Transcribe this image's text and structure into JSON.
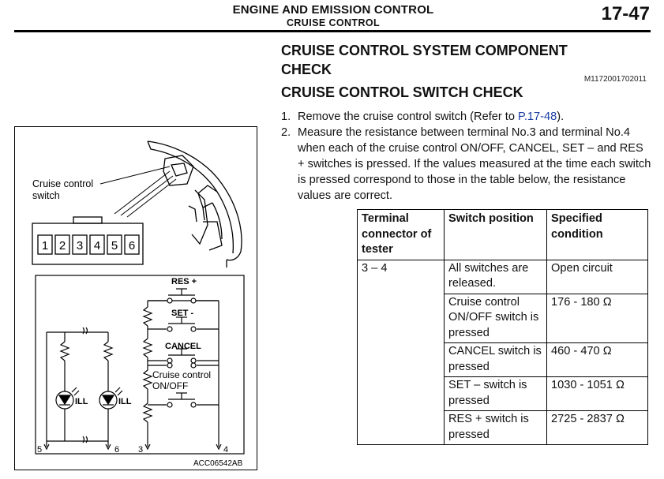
{
  "header": {
    "title": "ENGINE AND EMISSION CONTROL",
    "subtitle": "CRUISE CONTROL",
    "page_number": "17-47"
  },
  "section": {
    "title_line1": "CRUISE CONTROL SYSTEM COMPONENT",
    "title_line2": "CHECK",
    "doc_code": "M1172001702011",
    "subtitle": "CRUISE CONTROL SWITCH CHECK"
  },
  "steps": [
    {
      "number": "1.",
      "text_before": "Remove the cruise control switch (Refer to ",
      "link": "P.17-48",
      "text_after": ")."
    },
    {
      "number": "2.",
      "text": "Measure the resistance between terminal No.3 and terminal No.4 when each of the cruise control ON/OFF, CANCEL, SET – and RES + switches is pressed. If the values measured at the time each switch is pressed correspond to those in the table below, the resistance values are correct."
    }
  ],
  "table": {
    "headers": [
      "Terminal connector of tester",
      "Switch position",
      "Specified condition"
    ],
    "terminal": "3 – 4",
    "rows": [
      {
        "position": "All switches are released.",
        "condition": "Open circuit"
      },
      {
        "position": "Cruise control ON/OFF switch is pressed",
        "condition": "176 - 180 Ω"
      },
      {
        "position": "CANCEL switch is pressed",
        "condition": "460 - 470 Ω"
      },
      {
        "position": "SET – switch is pressed",
        "condition": "1030 - 1051 Ω"
      },
      {
        "position": "RES + switch is pressed",
        "condition": "2725 - 2837 Ω"
      }
    ]
  },
  "diagram": {
    "switch_label_line1": "Cruise control",
    "switch_label_line2": "switch",
    "connector_pins": [
      "1",
      "2",
      "3",
      "4",
      "5",
      "6"
    ],
    "res_plus": "RES +",
    "set_minus": "SET -",
    "cancel": "CANCEL",
    "cruise_line1": "Cruise control",
    "on_off": "ON/OFF",
    "ill": "ILL",
    "terminal_5": "5",
    "terminal_6": "6",
    "terminal_3": "3",
    "terminal_4": "4",
    "figure_code": "ACC06542AB"
  }
}
